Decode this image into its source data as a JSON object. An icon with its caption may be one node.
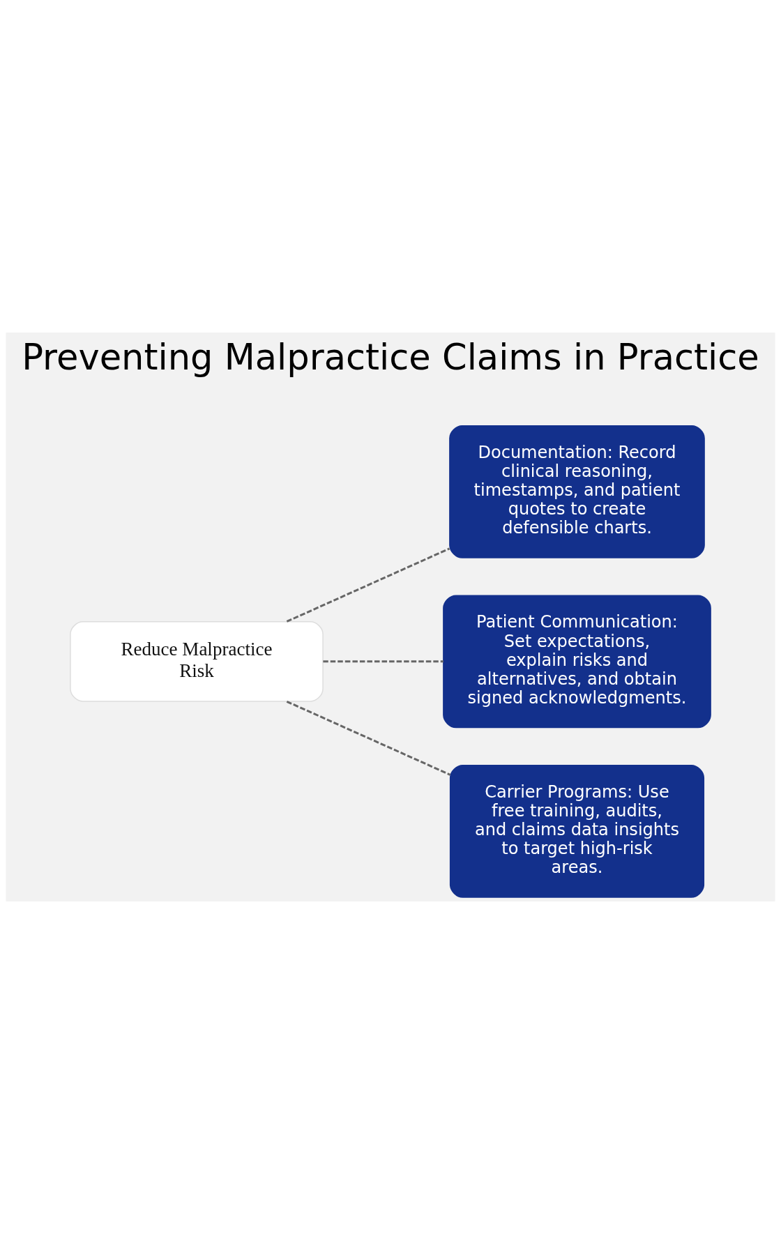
{
  "diagram": {
    "title": "Preventing Malpractice Claims in Practice",
    "nodes": [
      {
        "text": [
          "Reduce Malpractice Risk"
        ]
      },
      {
        "text": [
          "Documentation: Record clinical reasoning, timestamps, and patient quotes to create defensible charts."
        ]
      },
      {
        "text": [
          "Patient Communication: Set expectations, explain risks and alternatives, and obtain signed acknowledgments."
        ]
      },
      {
        "text": [
          "Carrier Programs: Use free training, audits, and claims data insights to target high-risk areas."
        ]
      }
    ],
    "edges": [
      {
        "from": 0,
        "to": 1,
        "arrow": "none",
        "style": "dashed"
      },
      {
        "from": 0,
        "to": 2,
        "arrow": "none",
        "style": "dashed"
      },
      {
        "from": 0,
        "to": 3,
        "arrow": "none",
        "style": "dashed"
      }
    ]
  }
}
